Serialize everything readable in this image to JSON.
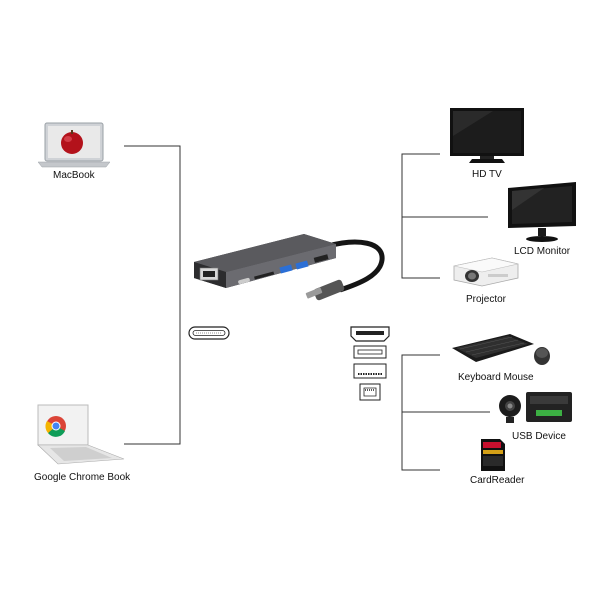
{
  "devices": {
    "macbook": "MacBook",
    "chromebook": "Google Chrome Book",
    "hdtv": "HD TV",
    "lcd": "LCD Monitor",
    "projector": "Projector",
    "keyboard": "Keyboard Mouse",
    "usb": "USB Device",
    "card": "CardReader"
  },
  "icons": {
    "macbook": "macbook-icon",
    "chromebook": "chromebook-icon",
    "hub": "usb-c-hub-icon",
    "usbc_port": "usb-c-port-icon",
    "hdmi_port": "hdmi-port-icon",
    "usb_port": "usb-a-port-icon",
    "sd_port": "sd-card-slot-icon",
    "ethernet_port": "ethernet-port-icon",
    "hdtv": "tv-icon",
    "lcd": "monitor-icon",
    "projector": "projector-icon",
    "keyboard": "keyboard-mouse-icon",
    "usb": "usb-device-icon",
    "card": "sd-card-icon"
  },
  "colors": {
    "line": "#333333",
    "hub_body": "#4a4a4c",
    "screen": "#111111"
  }
}
